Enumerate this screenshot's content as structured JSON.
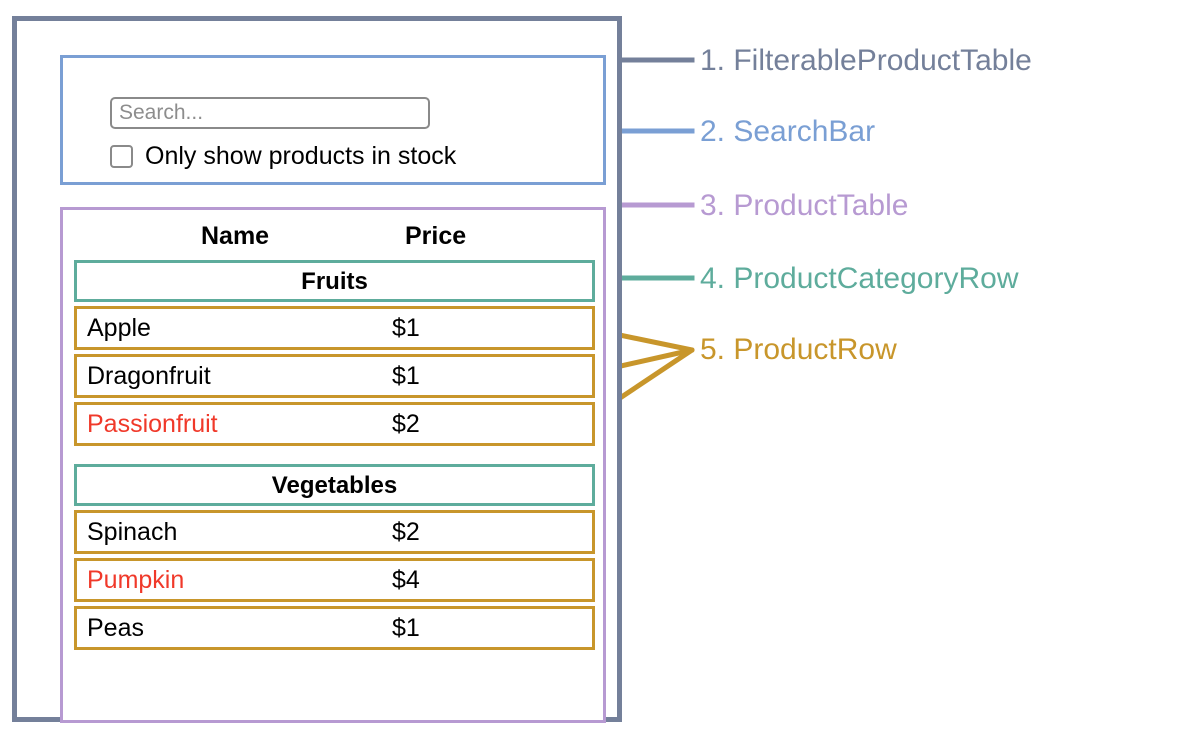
{
  "colors": {
    "outer": "#74809a",
    "searchbar": "#7a9fd4",
    "producttable": "#b79ad2",
    "category": "#5eac9c",
    "productrow": "#c8962b",
    "out_of_stock_text": "#f0392a",
    "text": "#000000",
    "placeholder": "#8d8d8d",
    "input_border": "#8a8a8a",
    "background": "#ffffff"
  },
  "filterable_product_table": {
    "search_bar": {
      "search_input": {
        "value": "",
        "placeholder": "Search..."
      },
      "checkbox": {
        "label": "Only show products in stock",
        "checked": false
      }
    },
    "product_table": {
      "columns": [
        "Name",
        "Price"
      ],
      "sections": [
        {
          "category": "Fruits",
          "rows": [
            {
              "name": "Apple",
              "price": "$1",
              "in_stock": true
            },
            {
              "name": "Dragonfruit",
              "price": "$1",
              "in_stock": true
            },
            {
              "name": "Passionfruit",
              "price": "$2",
              "in_stock": false
            }
          ]
        },
        {
          "category": "Vegetables",
          "rows": [
            {
              "name": "Spinach",
              "price": "$2",
              "in_stock": true
            },
            {
              "name": "Pumpkin",
              "price": "$4",
              "in_stock": false
            },
            {
              "name": "Peas",
              "price": "$1",
              "in_stock": true
            }
          ]
        }
      ]
    }
  },
  "annotations": [
    {
      "number": "1",
      "text": "1. FilterableProductTable"
    },
    {
      "number": "2",
      "text": "2. SearchBar"
    },
    {
      "number": "3",
      "text": "3. ProductTable"
    },
    {
      "number": "4",
      "text": "4. ProductCategoryRow"
    },
    {
      "number": "5",
      "text": "5. ProductRow"
    }
  ]
}
